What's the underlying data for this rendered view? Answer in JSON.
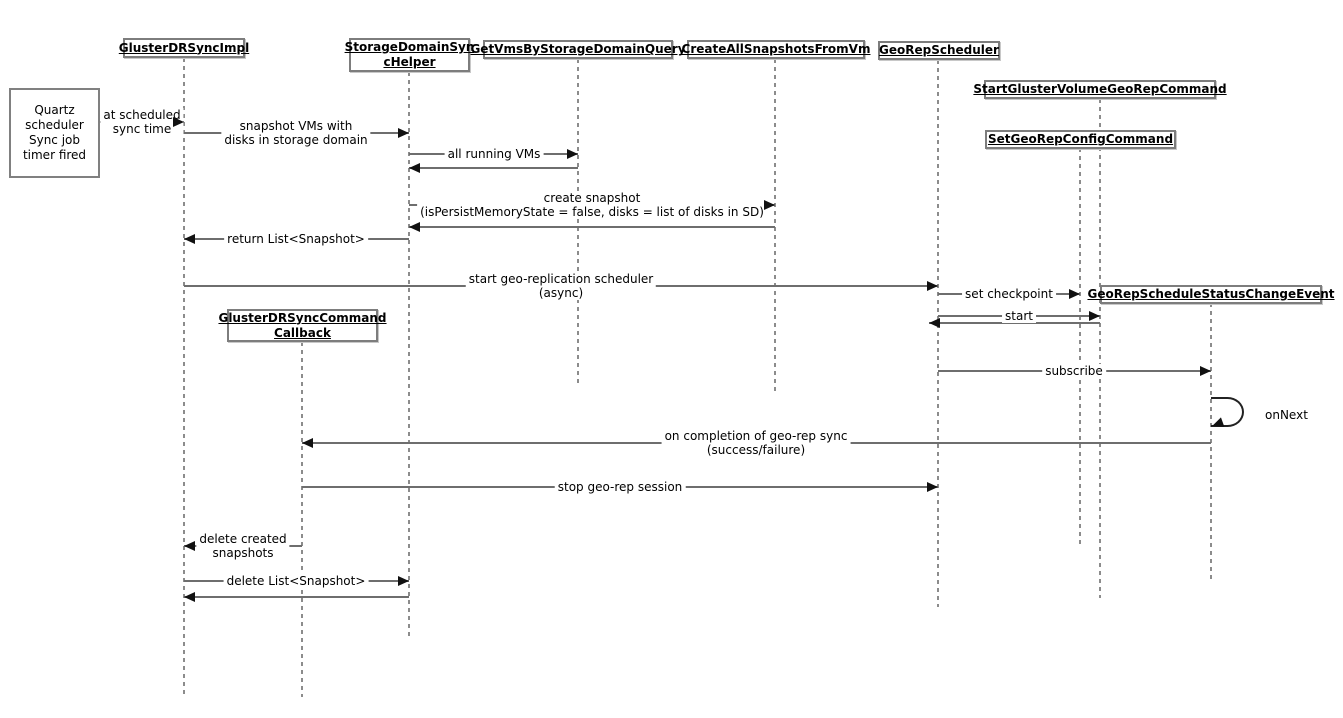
{
  "diagram": {
    "type": "uml-sequence-diagram",
    "background": "#ffffff",
    "colors": {
      "message_line": "#6e6e6e",
      "lifeline": "#8c8c8c",
      "box_border": "#7d7d7d",
      "arrowhead": "#111111",
      "text": "#000000"
    },
    "note": {
      "label": "Quartz\nscheduler\nSync job\ntimer fired"
    },
    "actors": [
      {
        "label": "GlusterDRSyncImpl"
      },
      {
        "label": "StorageDomainSyn\ncHelper"
      },
      {
        "label": "GetVmsByStorageDomainQuery"
      },
      {
        "label": "CreateAllSnapshotsFromVm"
      },
      {
        "label": "GeoRepScheduler"
      },
      {
        "label": "StartGlusterVolumeGeoRepCommand"
      },
      {
        "label": "SetGeoRepConfigCommand"
      },
      {
        "label": "GeoRepScheduleStatusChangeEvent"
      },
      {
        "label": "GlusterDRSyncCommand\nCallback"
      }
    ],
    "messages": [
      {
        "label": "at scheduled\nsync time"
      },
      {
        "label": "snapshot VMs with\ndisks in storage domain"
      },
      {
        "label": "all running VMs"
      },
      {
        "label": "create snapshot\n(isPersistMemoryState = false, disks = list of disks in SD)"
      },
      {
        "label": "return List<Snapshot>"
      },
      {
        "label": "start geo-replication scheduler\n(async)"
      },
      {
        "label": "set checkpoint"
      },
      {
        "label": "start"
      },
      {
        "label": "subscribe"
      },
      {
        "label": "onNext"
      },
      {
        "label": "on completion of geo-rep sync\n(success/failure)"
      },
      {
        "label": "stop geo-rep session"
      },
      {
        "label": "delete created\nsnapshots"
      },
      {
        "label": "delete List<Snapshot>"
      }
    ]
  }
}
